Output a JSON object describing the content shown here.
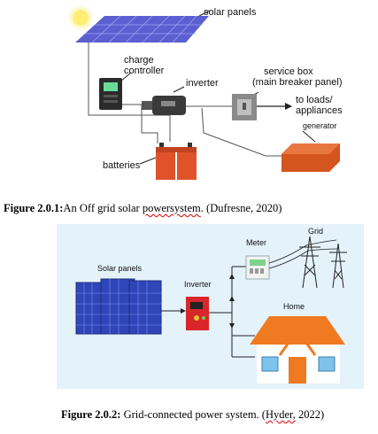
{
  "figure1": {
    "labels": {
      "solar_panels": "solar panels",
      "charge_controller_line1": "charge",
      "charge_controller_line2": "controller",
      "inverter": "inverter",
      "service_box_line1": "service box",
      "service_box_line2": "(main breaker panel)",
      "loads_line1": "to loads/",
      "loads_line2": "appliances",
      "generator": "generator",
      "batteries": "batteries"
    },
    "caption_label": "Figure 2.0.1:",
    "caption_text_a": "An Off grid solar ",
    "caption_text_b": "powersystem",
    "caption_text_c": ". (Dufresne, 2020)"
  },
  "figure2": {
    "labels": {
      "solar_panels": "Solar panels",
      "inverter": "Inverter",
      "meter": "Meter",
      "grid": "Grid",
      "home": "Home"
    },
    "caption_label": "Figure 2.0.2:",
    "caption_text_a": " Grid-connected power system. (",
    "caption_text_b": "Hyder,",
    "caption_text_c": " 2022)"
  },
  "colors": {
    "panel_blue": "#2f46b8",
    "battery_orange": "#e0532a",
    "generator_orange": "#d4551f",
    "figure2_bg": "#e4f2fa",
    "roof_orange": "#f07a22"
  }
}
